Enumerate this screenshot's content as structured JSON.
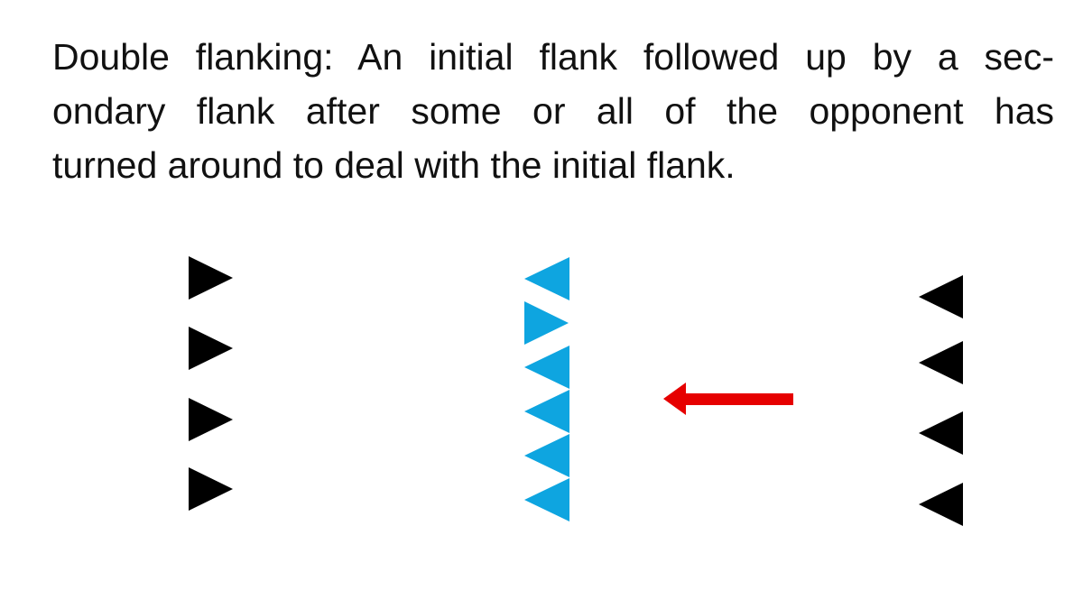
{
  "caption": {
    "lines": [
      "Double flanking: An initial flank followed up by a sec-",
      "ondary flank after some or all of the opponent has",
      "turned around to deal with the initial flank."
    ]
  },
  "colors": {
    "black_army": "#000000",
    "blue_army": "#0ea5e0",
    "arrow": "#e60000"
  }
}
